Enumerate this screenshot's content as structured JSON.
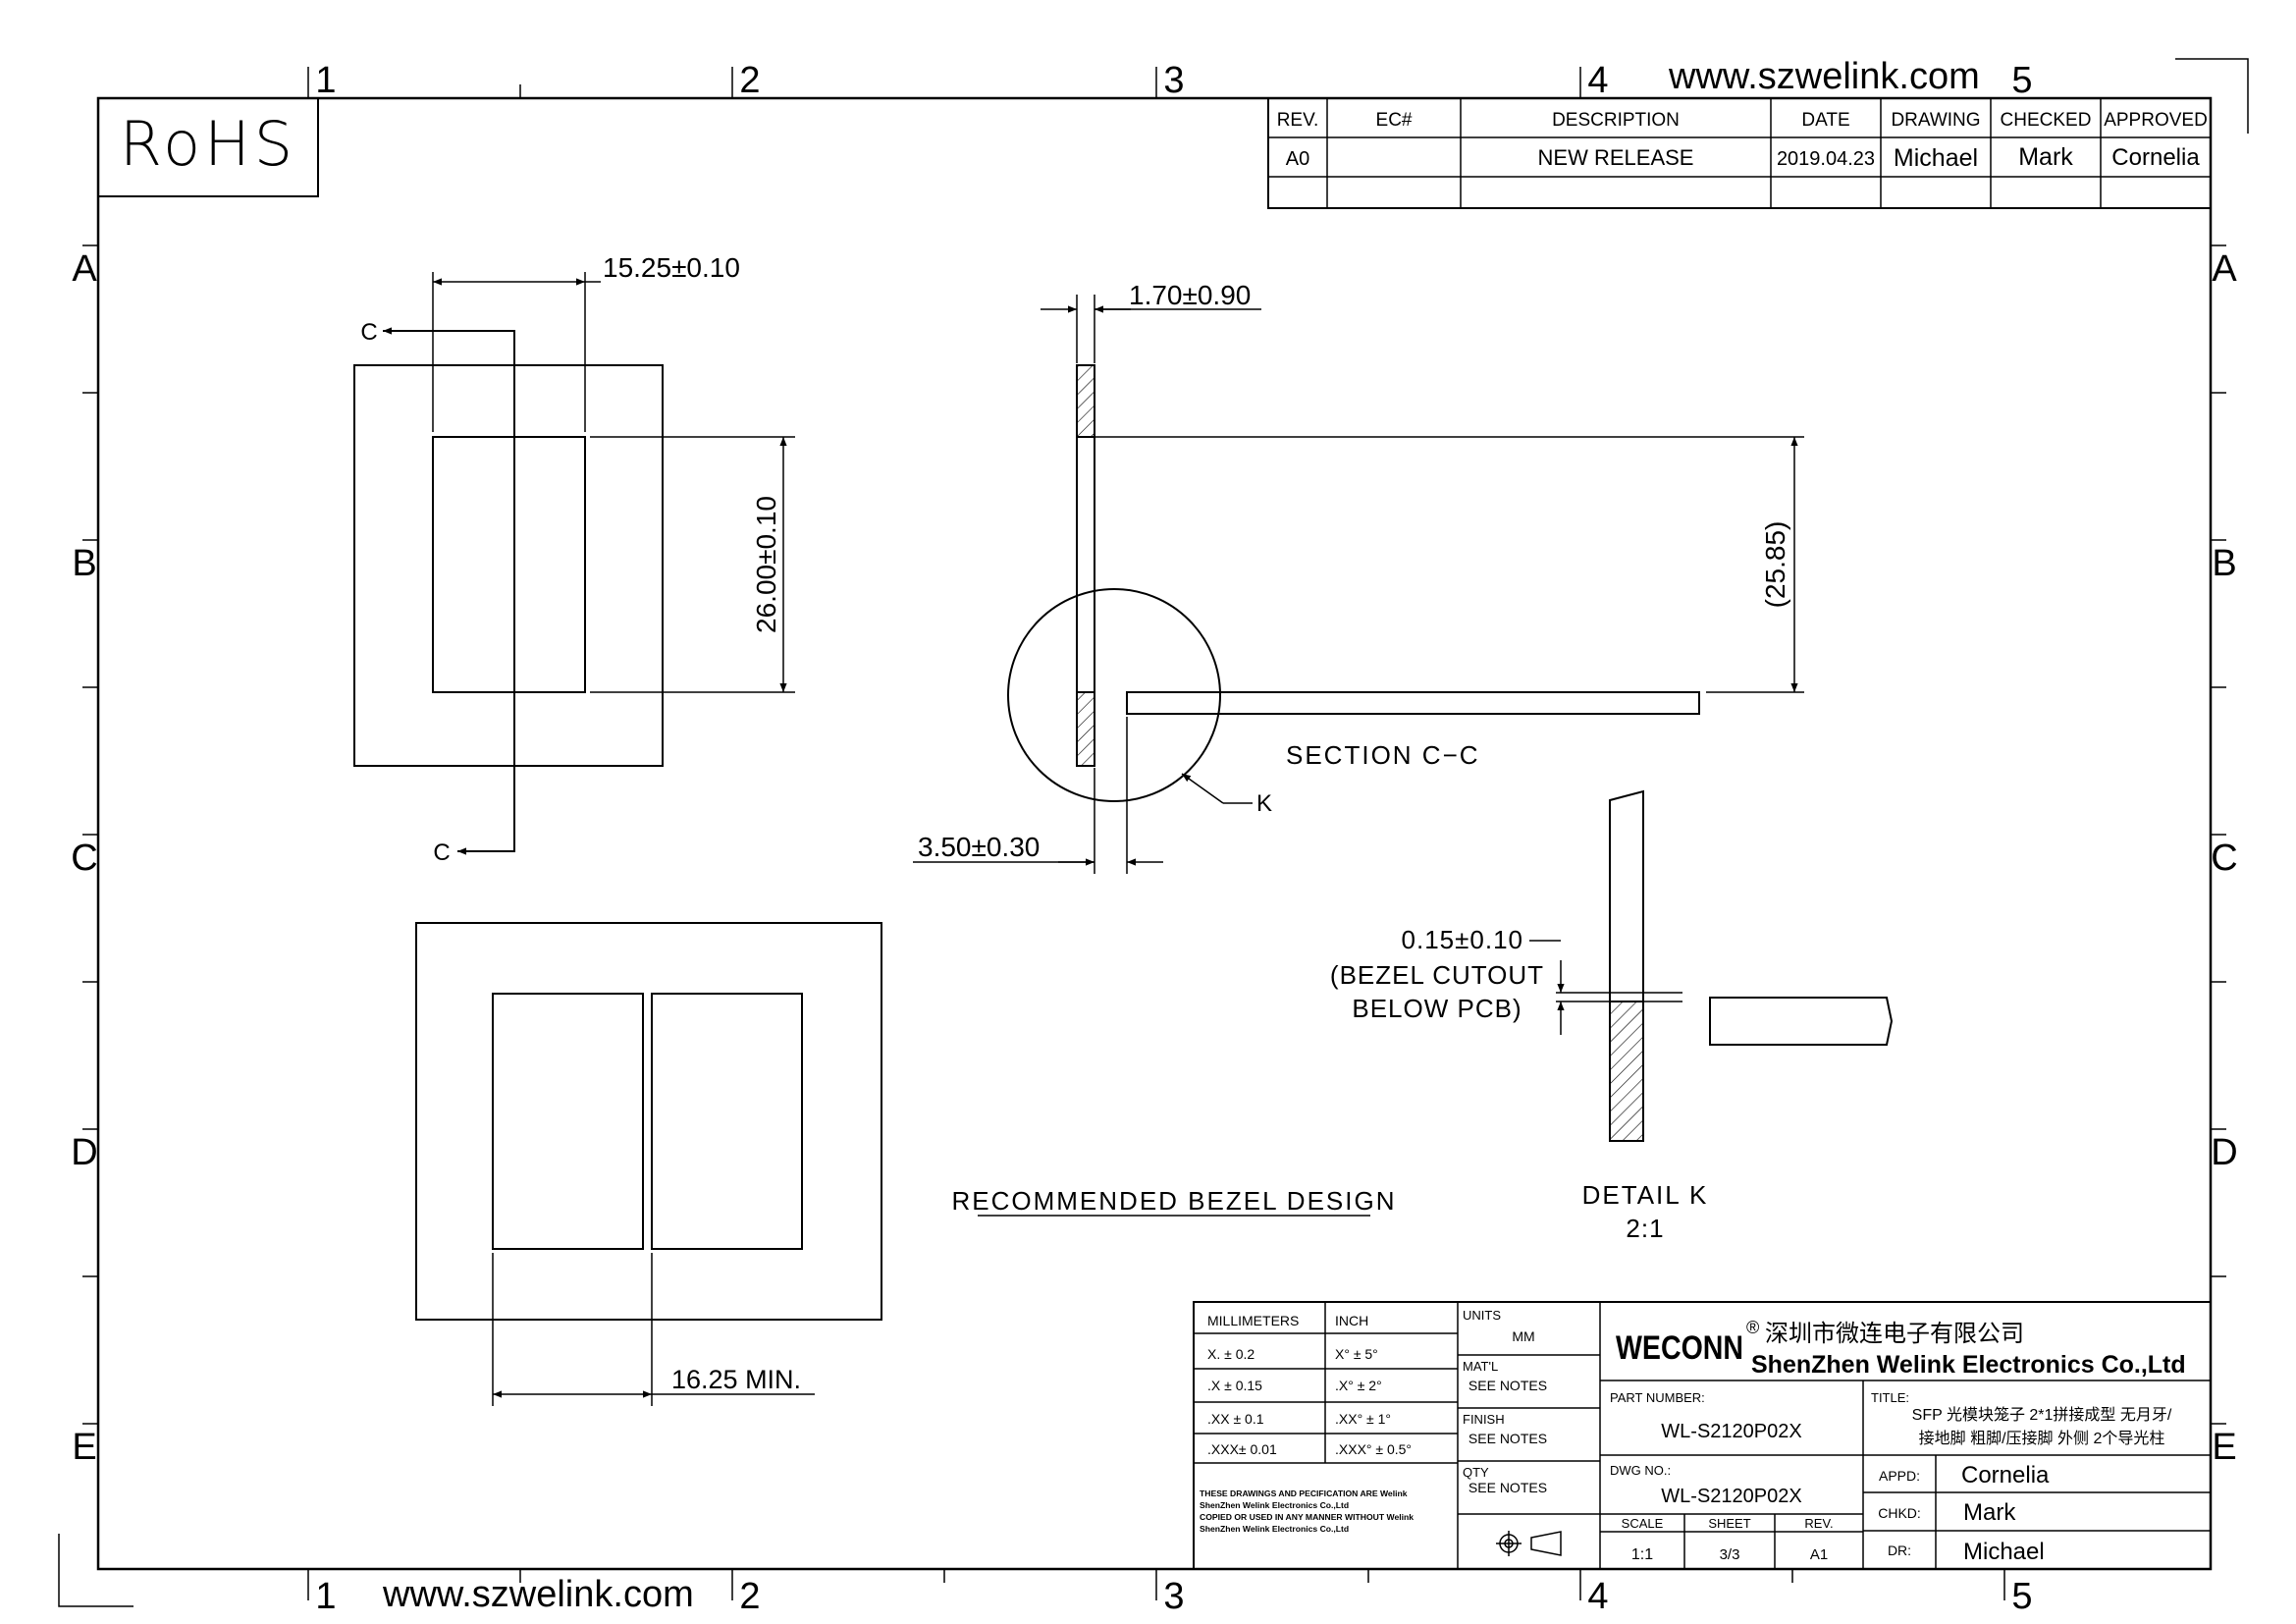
{
  "header_url": "www.szwelink.com",
  "footer_url": "www.szwelink.com",
  "rohs": "RoHS",
  "grid": {
    "columns": [
      "1",
      "2",
      "3",
      "4",
      "5"
    ],
    "rows": [
      "A",
      "B",
      "C",
      "D",
      "E"
    ]
  },
  "revision_table": {
    "headers": [
      "REV.",
      "EC#",
      "DESCRIPTION",
      "DATE",
      "DRAWING",
      "CHECKED",
      "APPROVED"
    ],
    "rows": [
      [
        "A0",
        "",
        "NEW RELEASE",
        "2019.04.23",
        "Michael",
        "Mark",
        "Cornelia"
      ]
    ]
  },
  "dimensions": {
    "width": "15.25±0.10",
    "height": "26.00±0.10",
    "thickness": "1.70±0.90",
    "offset": "3.50±0.30",
    "ref_height": "(25.85)",
    "bezel_gap": "16.25  MIN.",
    "cutout": "0.15±0.10",
    "cutout_note_1": "(BEZEL  CUTOUT",
    "cutout_note_2": "BELOW  PCB)"
  },
  "labels": {
    "section_c": "C",
    "section_title": "SECTION  C−C",
    "detail_marker": "K",
    "detail_title": "DETAIL  K",
    "detail_scale": "2:1",
    "bezel_title": "RECOMMENDED  BEZEL  DESIGN"
  },
  "title_block": {
    "tolerances": {
      "mm_header": "MILLIMETERS",
      "inch_header": "INCH",
      "mm": [
        "X.   ±  0.2",
        ".X    ± 0.15",
        ".XX  ± 0.1",
        ".XXX±  0.01"
      ],
      "inch": [
        "X°    ±   5°",
        ".X°    ±  2°",
        ".XX°   ±  1°",
        ".XXX°  ± 0.5°"
      ]
    },
    "notice": [
      "THESE DRAWINGS AND PECIFICATION  ARE Welink",
      "ShenZhen Welink Electronics Co.,Ltd",
      " COPIED OR USED IN ANY MANNER WITHOUT Welink",
      "ShenZhen Welink Electronics Co.,Ltd"
    ],
    "units_label": "UNITS",
    "units_value": "MM",
    "material_label": "MAT'L",
    "material_value": "SEE NOTES",
    "finish_label": "FINISH",
    "finish_value": "SEE NOTES",
    "qty_label": "QTY",
    "qty_value": "SEE NOTES",
    "brand": "WECONN",
    "registered": "®",
    "company_cn": "深圳市微连电子有限公司",
    "company_en": "ShenZhen Welink Electronics Co.,Ltd",
    "part_number_label": "PART NUMBER:",
    "part_number": "WL-S2120P02X",
    "dwg_no_label": "DWG NO.:",
    "dwg_no": "WL-S2120P02X",
    "title_label": "TITLE:",
    "title_line1": "SFP 光模块笼子 2*1拼接成型 无月牙/",
    "title_line2": "接地脚 粗脚/压接脚  外侧 2个导光柱",
    "scale_label": "SCALE",
    "scale": "1:1",
    "sheet_label": "SHEET",
    "sheet": "3/3",
    "rev_label": "REV.",
    "rev": "A1",
    "appd_label": "APPD:",
    "appd": "Cornelia",
    "chkd_label": "CHKD:",
    "chkd": "Mark",
    "dr_label": "DR:",
    "dr": "Michael"
  }
}
